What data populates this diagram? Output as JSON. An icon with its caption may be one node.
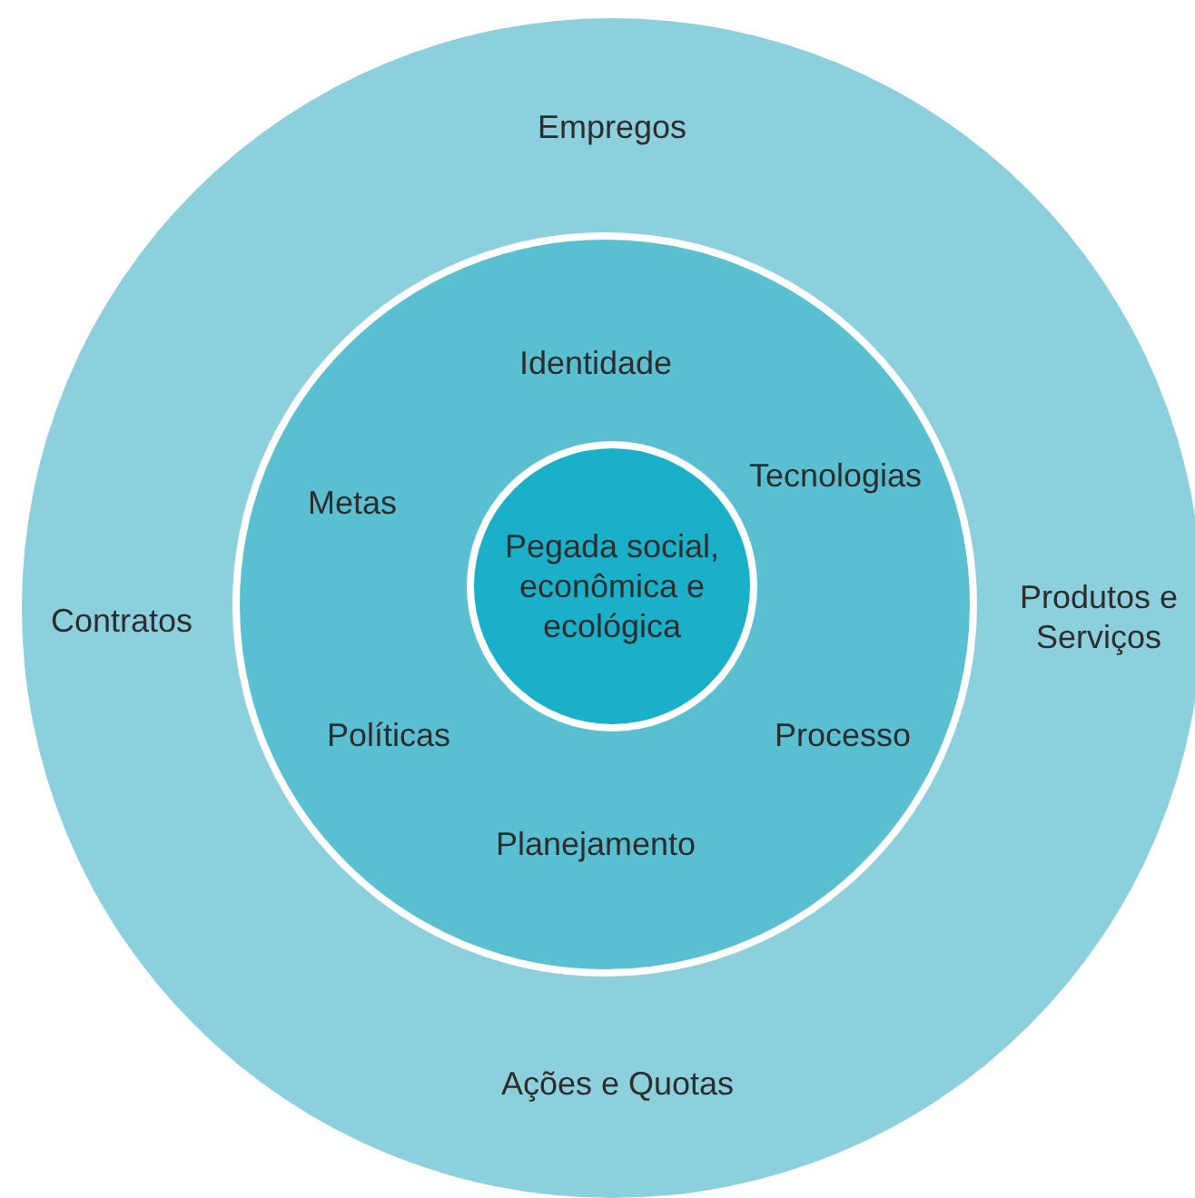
{
  "diagram": {
    "nodes": [
      {
        "text": [
          "Empregos",
          "Contratos",
          "Produtos e Serviços",
          "Ações e Quotas"
        ]
      },
      {
        "text": [
          "Identidade",
          "Tecnologias",
          "Metas",
          "Políticas",
          "Processo",
          "Planejamento"
        ],
        "in": 0
      },
      {
        "text": [
          "Pegada social, econômica e ecológica"
        ],
        "in": 1
      }
    ]
  }
}
